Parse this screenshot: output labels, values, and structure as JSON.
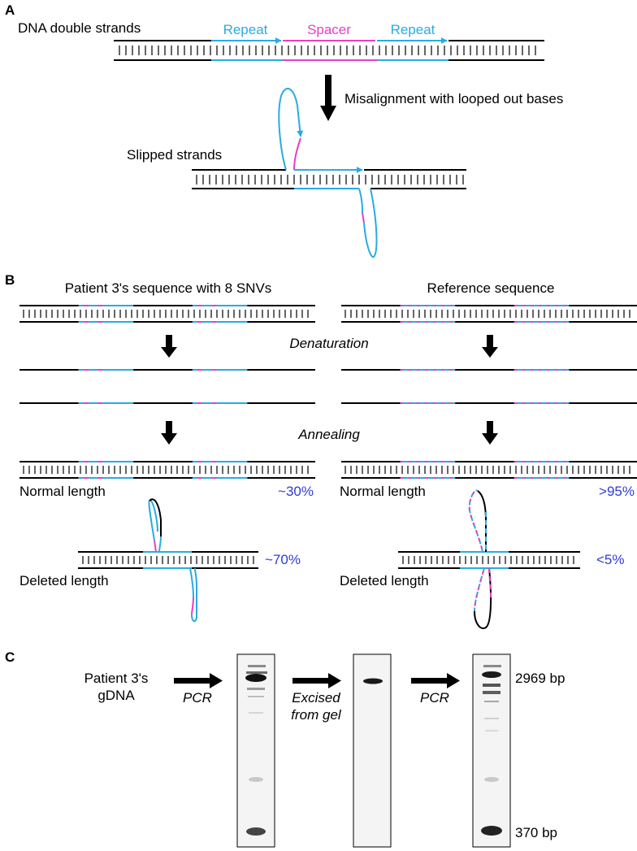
{
  "colors": {
    "repeat": "#29ABE2",
    "spacer": "#E83FC5",
    "strand": "#000000",
    "percent": "#2E3BD9",
    "gel_background": "#F4F4F4",
    "gel_band": "#1A1A1A"
  },
  "panel_a": {
    "label": "A",
    "dna_label": "DNA double strands",
    "repeat_label_1": "Repeat",
    "spacer_label": "Spacer",
    "repeat_label_2": "Repeat",
    "arrow_label": "Misalignment with looped out bases",
    "slipped_label": "Slipped strands"
  },
  "panel_b": {
    "label": "B",
    "patient_title": "Patient 3's sequence with 8 SNVs",
    "reference_title": "Reference sequence",
    "step_denaturation": "Denaturation",
    "step_annealing": "Annealing",
    "normal_label_left": "Normal length",
    "normal_pct_left": "~30%",
    "deleted_label_left": "Deleted length",
    "deleted_pct_left": "~70%",
    "normal_label_right": "Normal length",
    "normal_pct_right": ">95%",
    "deleted_label_right": "Deleted length",
    "deleted_pct_right": "<5%"
  },
  "panel_c": {
    "label": "C",
    "source_line1": "Patient 3's",
    "source_line2": "gDNA",
    "step1": "PCR",
    "step2_line1": "Excised",
    "step2_line2": "from gel",
    "step3": "PCR",
    "size_top": "2969 bp",
    "size_bottom": "370 bp"
  }
}
